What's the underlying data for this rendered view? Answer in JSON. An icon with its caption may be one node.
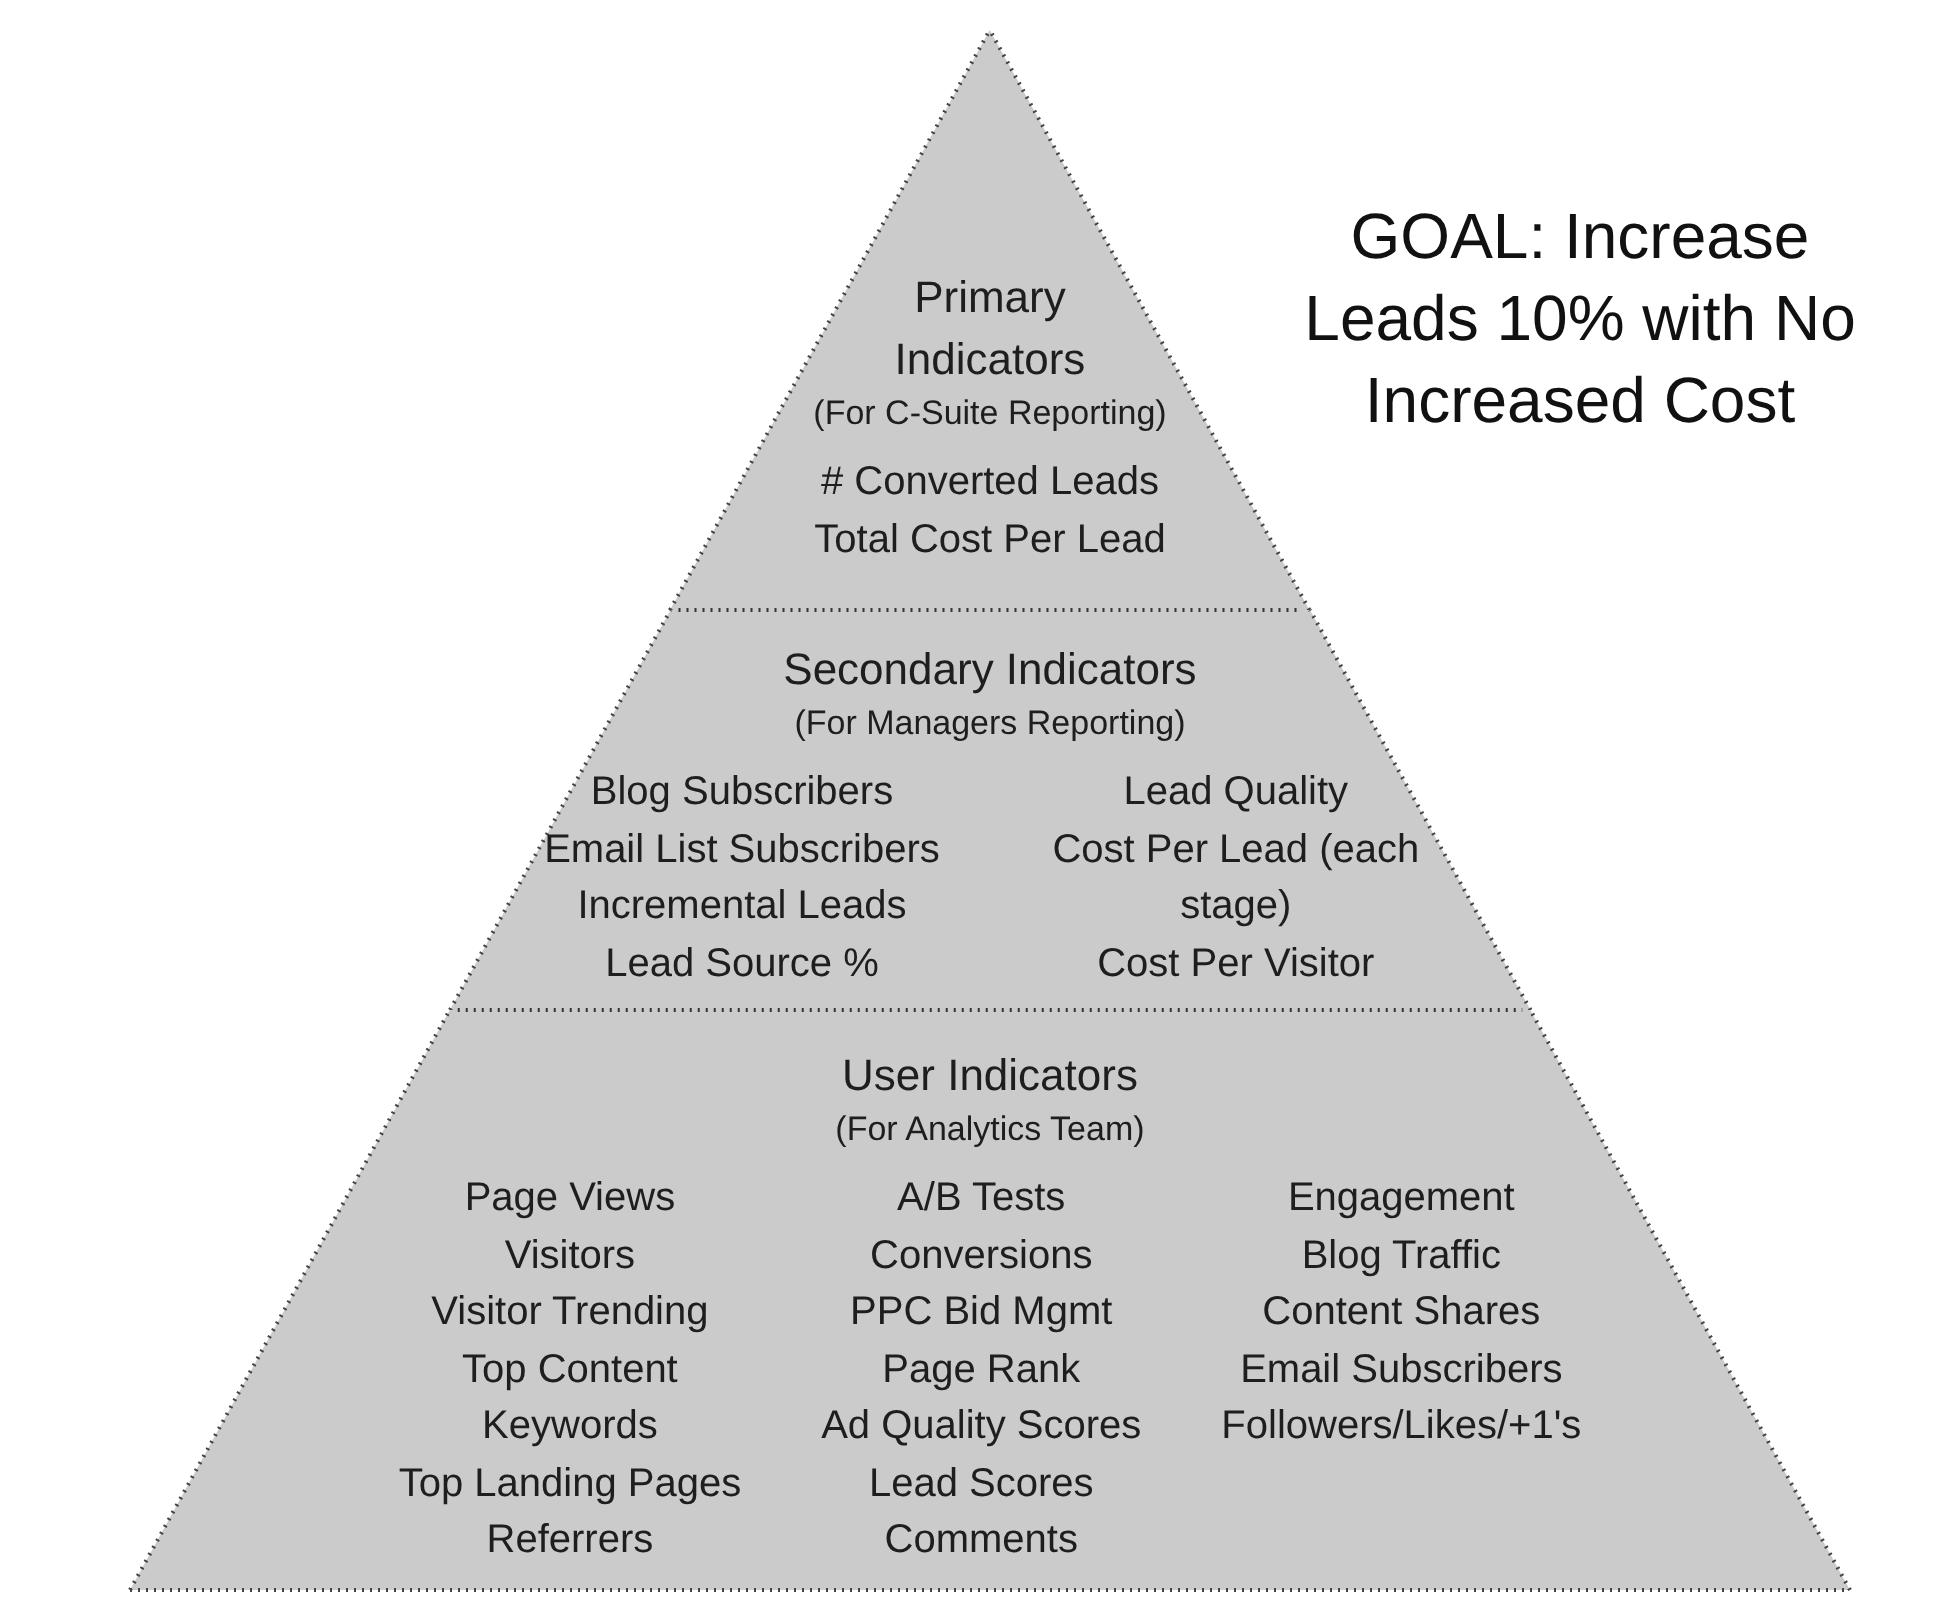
{
  "diagram": {
    "nodes": [
      {
        "text": [
          "Primary Indicators",
          "(For C-Suite Reporting)",
          "# Converted Leads",
          "Total Cost Per Lead"
        ]
      },
      {
        "text": [
          "Secondary Indicators",
          "(For Managers Reporting)",
          "Blog Subscribers",
          "Email List Subscribers",
          "Incremental Leads",
          "Lead Source %",
          "Lead Quality",
          "Cost Per Lead (each stage)",
          "Cost Per Visitor"
        ]
      },
      {
        "text": [
          "User Indicators",
          "(For Analytics Team)",
          "Page Views",
          "Visitors",
          "Visitor Trending",
          "Top Content",
          "Keywords",
          "Top Landing Pages",
          "Referrers",
          "A/B Tests",
          "Conversions",
          "PPC Bid Mgmt",
          "Page Rank",
          "Ad Quality Scores",
          "Lead Scores",
          "Comments",
          "Engagement",
          "Blog Traffic",
          "Content Shares",
          "Email Subscribers",
          "Followers/Likes/+1's"
        ]
      }
    ],
    "labels": [
      "GOAL: Increase Leads 10% with No Increased Cost"
    ]
  }
}
